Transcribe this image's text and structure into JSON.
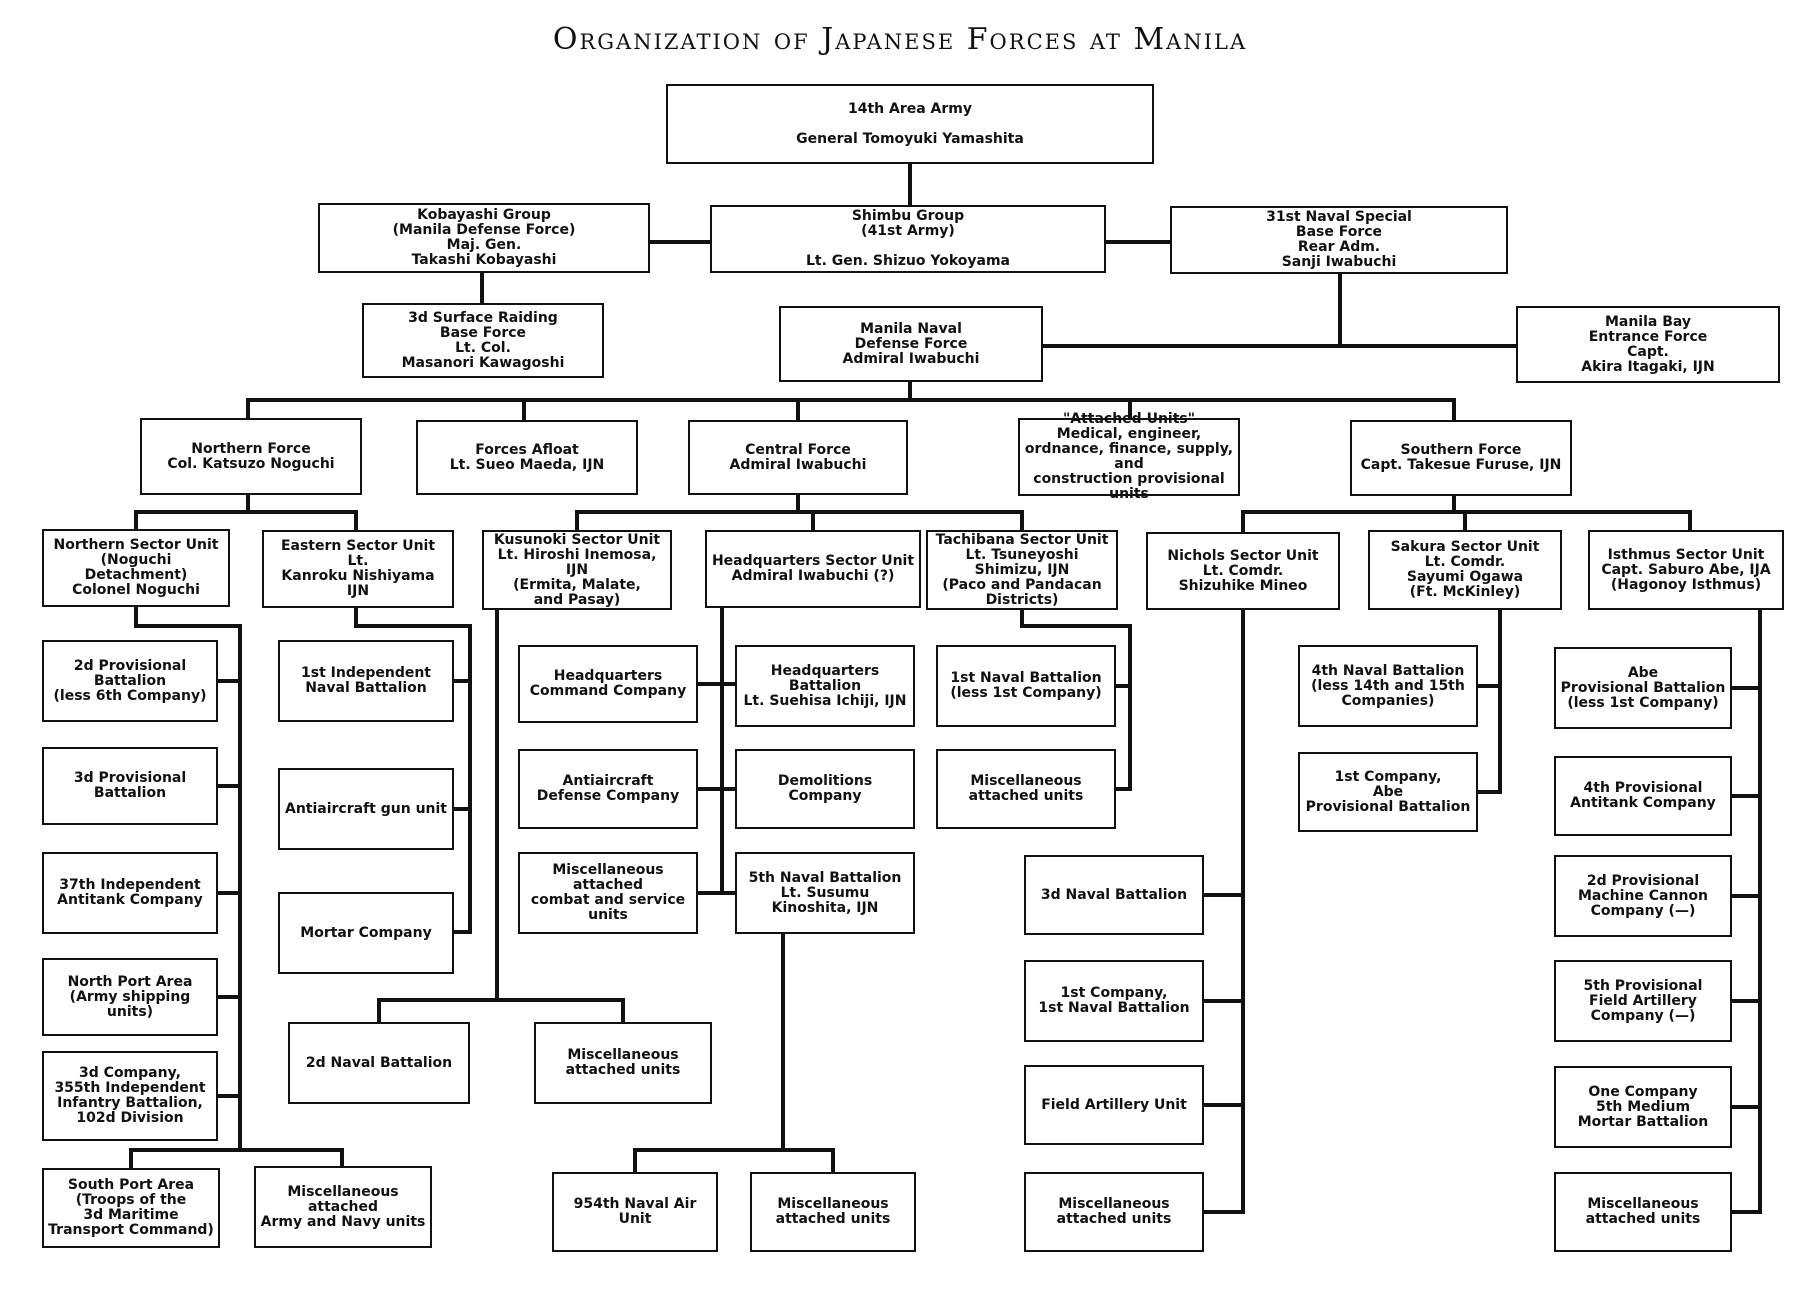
{
  "title": "Organization of Japanese Forces at Manila",
  "units": {
    "army": "14th Area Army\n\nGeneral Tomoyuki Yamashita",
    "kobayashi": "Kobayashi Group\n(Manila Defense Force)\nMaj. Gen.\nTakashi Kobayashi",
    "shimbu": "Shimbu Group\n(41st Army)\n\nLt. Gen. Shizuo Yokoyama",
    "naval31": "31st Naval Special\nBase Force\nRear Adm.\nSanji Iwabuchi",
    "surface": "3d Surface Raiding\nBase Force\nLt. Col.\nMasanori Kawagoshi",
    "mnd": "Manila Naval\nDefense Force\nAdmiral Iwabuchi",
    "bay": "Manila Bay\nEntrance Force\nCapt.\nAkira Itagaki, IJN",
    "northern": "Northern Force\nCol. Katsuzo Noguchi",
    "afloat": "Forces Afloat\nLt. Sueo Maeda, IJN",
    "central": "Central Force\nAdmiral Iwabuchi",
    "attached": "\"Attached Units\"\nMedical, engineer,\nordnance, finance, supply, and\nconstruction provisional units",
    "southern": "Southern Force\nCapt. Takesue Furuse, IJN",
    "nsu": "Northern Sector Unit\n(Noguchi Detachment)\nColonel Noguchi",
    "esu": "Eastern Sector Unit\nLt.\nKanroku Nishiyama\nIJN",
    "ksu": "Kusunoki Sector Unit\nLt. Hiroshi Inemosa, IJN\n(Ermita, Malate,\nand Pasay)",
    "hsu": "Headquarters Sector Unit\nAdmiral Iwabuchi (?)",
    "tsu": "Tachibana Sector Unit\nLt. Tsuneyoshi Shimizu, IJN\n(Paco and Pandacan\nDistricts)",
    "nicsu": "Nichols Sector Unit\nLt. Comdr.\nShizuhike Mineo",
    "sak": "Sakura Sector Unit\nLt. Comdr.\nSayumi Ogawa\n(Ft. McKinley)",
    "ist": "Isthmus Sector Unit\nCapt. Saburo Abe, IJA\n(Hagonoy Isthmus)",
    "n1": "2d Provisional Battalion\n(less 6th Company)",
    "n2": "3d Provisional Battalion",
    "n3": "37th Independent\nAntitank Company",
    "n4": "North Port Area\n(Army shipping units)",
    "n5": "3d Company,\n355th Independent\nInfantry Battalion,\n102d Division",
    "n6": "South Port Area\n(Troops of the\n3d Maritime\nTransport Command)",
    "n7": "Miscellaneous attached\nArmy and Navy units",
    "e1": "1st Independent\nNaval Battalion",
    "e2": "Antiaircraft gun unit",
    "e3": "Mortar Company",
    "k1": "2d Naval Battalion",
    "k2": "Miscellaneous\nattached units",
    "h1": "Headquarters\nCommand Company",
    "h2": "Antiaircraft\nDefense Company",
    "h3": "Miscellaneous attached\ncombat and service units",
    "h4": "Headquarters Battalion\nLt. Suehisa Ichiji, IJN",
    "h5": "Demolitions Company",
    "h6": "5th Naval Battalion\nLt. Susumu Kinoshita, IJN",
    "f1": "954th Naval Air Unit",
    "f2": "Miscellaneous\nattached units",
    "t1": "1st Naval Battalion\n(less 1st Company)",
    "t2": "Miscellaneous\nattached units",
    "ni1": "3d Naval Battalion",
    "ni2": "1st Company,\n1st Naval Battalion",
    "ni3": "Field Artillery Unit",
    "ni4": "Miscellaneous\nattached units",
    "s1": "4th Naval Battalion\n(less 14th and 15th\nCompanies)",
    "s2": "1st Company,\nAbe\nProvisional Battalion",
    "i1": "Abe\nProvisional Battalion\n(less 1st Company)",
    "i2": "4th Provisional\nAntitank Company",
    "i3": "2d Provisional\nMachine Cannon\nCompany (—)",
    "i4": "5th Provisional\nField Artillery\nCompany (—)",
    "i5": "One Company\n5th Medium\nMortar Battalion",
    "i6": "Miscellaneous\nattached units"
  }
}
